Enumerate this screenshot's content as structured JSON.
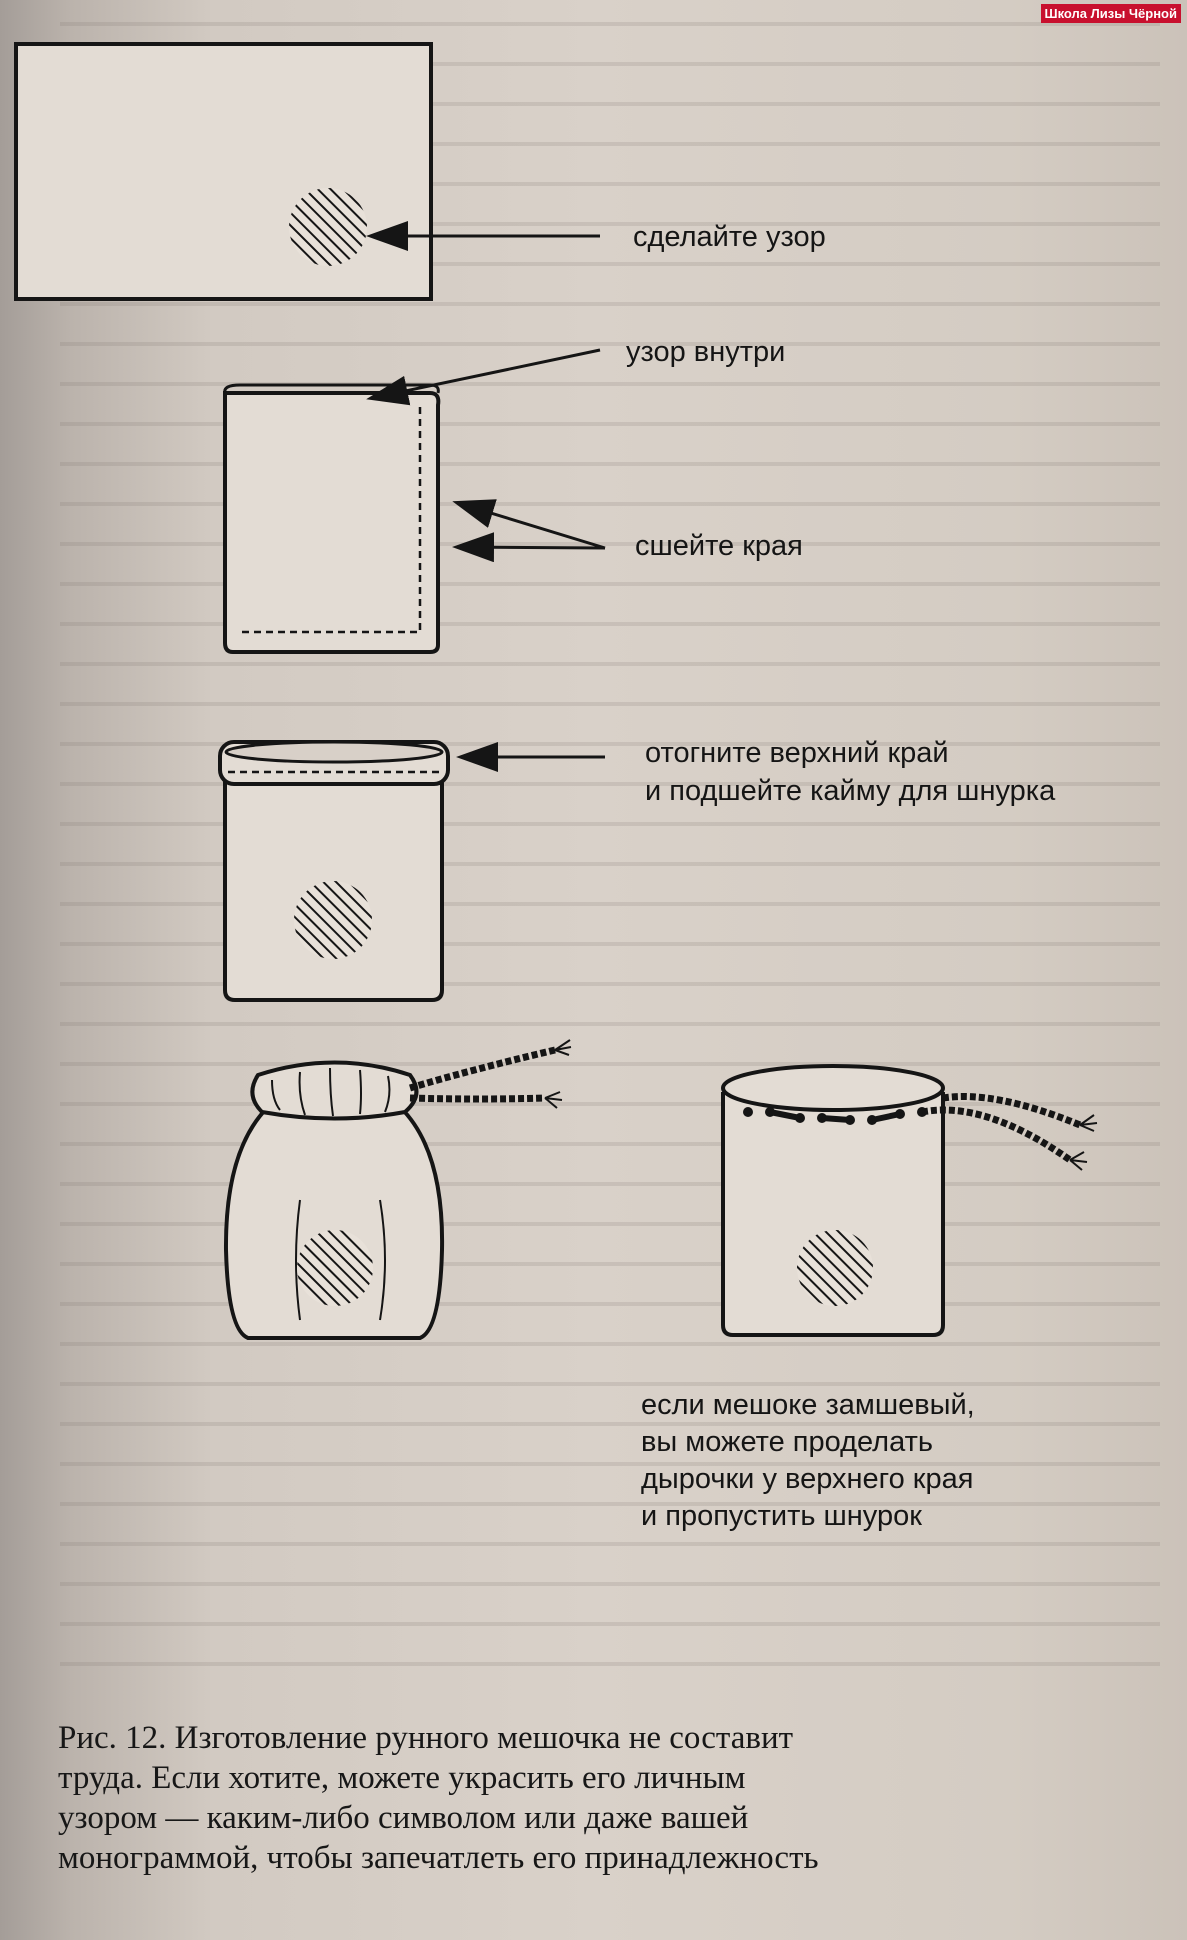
{
  "watermark": "Школа Лизы Чёрной",
  "labels": {
    "make_pattern": "сделайте узор",
    "pattern_inside": "узор внутри",
    "sew_edges": "сшейте края",
    "fold_top_1": "отогните верхний край",
    "fold_top_2": "и подшейте кайму для шнурка",
    "suede_1": "если мешоке замшевый,",
    "suede_2": "вы можете проделать",
    "suede_3": "дырочки у верхнего края",
    "suede_4": "и пропустить шнурок"
  },
  "caption": {
    "line1": "Рис. 12. Изготовление рунного мешочка не составит",
    "line2": "труда. Если хотите, можете украсить его личным",
    "line3": "узором — каким-либо символом или даже вашей",
    "line4": "монограммой, чтобы запечатлеть его принадлежность"
  },
  "colors": {
    "ink": "#151515",
    "paper": "#d6cec6",
    "watermark_bg": "#c8102e"
  }
}
